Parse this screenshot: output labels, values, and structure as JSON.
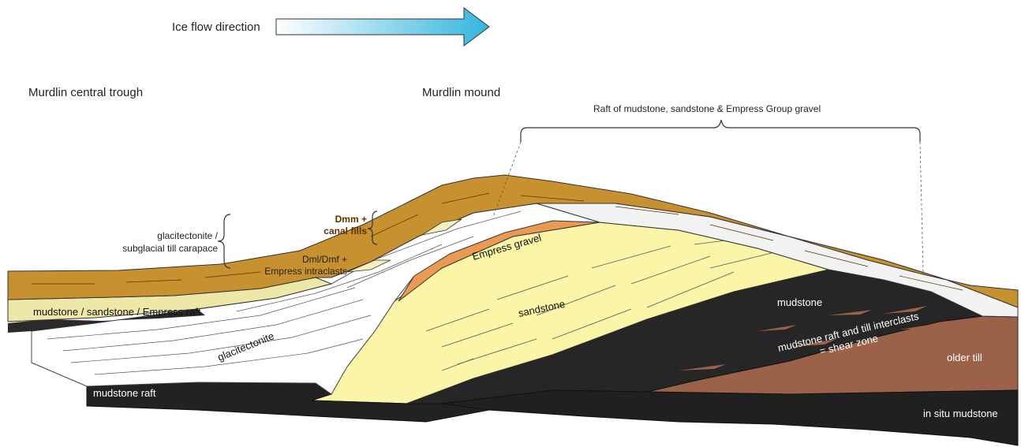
{
  "headings": {
    "ice_flow": "Ice flow direction",
    "trough": "Murdlin central trough",
    "mound": "Murdlin mound",
    "raft": "Raft of mudstone, sandstone & Empress Group gravel"
  },
  "labels": {
    "carapace_1": "glacitectonite /",
    "carapace_2": "subglacial till carapace",
    "dmm_1": "Dmm +",
    "dmm_2": "canal fills",
    "dml_1": "Dml/Dmf +",
    "dml_2": "Empress intraclasts",
    "empress_gravel": "Empress gravel",
    "mss_raft": "mudstone / sandstone / Empress raft",
    "glacitectonite": "glacitectonite",
    "sandstone": "sandstone",
    "mudstone": "mudstone",
    "shear_1": "mudstone raft and till interclasts",
    "shear_2": "= shear zone",
    "older_till": "older till",
    "mudstone_raft": "mudstone raft",
    "in_situ": "in situ mudstone"
  },
  "colors": {
    "till": "#c8912f",
    "sandstone": "#fbf5a8",
    "gravel": "#ea9a52",
    "mudstone": "#222222",
    "older_till": "#9b6149",
    "arrow": "#33b5dd",
    "pale_raft": "#eee8a8"
  }
}
